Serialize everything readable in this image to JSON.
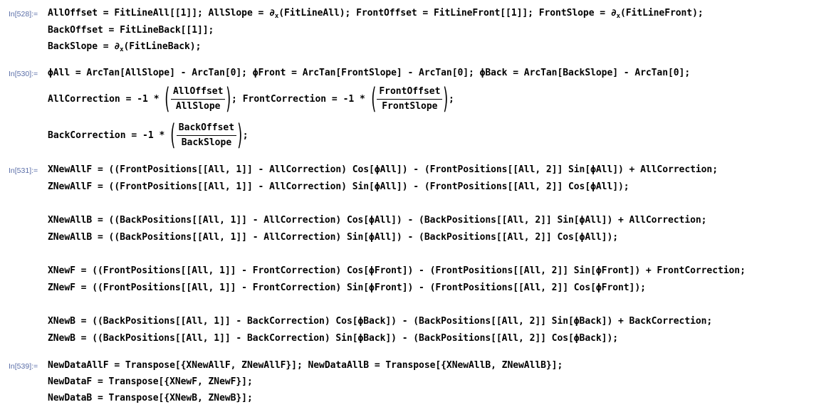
{
  "cells": [
    {
      "label": "In[528]:="
    },
    {
      "label": "In[530]:="
    },
    {
      "label": "In[531]:="
    },
    {
      "label": "In[539]:="
    }
  ],
  "c528": {
    "l1a": "AllOffset = FitLineAll[[1]]; AllSlope = ∂",
    "l1b": "x",
    "l1c": "(FitLineAll); FrontOffset = FitLineFront[[1]]; FrontSlope = ∂",
    "l1d": "x",
    "l1e": "(FitLineFront);",
    "l2": "BackOffset = FitLineBack[[1]];",
    "l3a": "BackSlope = ∂",
    "l3b": "x",
    "l3c": "(FitLineBack);"
  },
  "c530": {
    "l1": "ϕAll = ArcTan[AllSlope] - ArcTan[0]; ϕFront = ArcTan[FrontSlope] - ArcTan[0]; ϕBack = ArcTan[BackSlope] - ArcTan[0];",
    "l2_pre": "AllCorrection = -1 * ",
    "l2_num1": "AllOffset",
    "l2_den1": "AllSlope",
    "l2_mid": "; FrontCorrection = -1 * ",
    "l2_num2": "FrontOffset",
    "l2_den2": "FrontSlope",
    "l2_post": ";",
    "l3_pre": "BackCorrection = -1 * ",
    "l3_num": "BackOffset",
    "l3_den": "BackSlope",
    "l3_post": ";"
  },
  "c531": {
    "lines": [
      "XNewAllF = ((FrontPositions[[All, 1]] - AllCorrection) Cos[ϕAll]) - (FrontPositions[[All, 2]] Sin[ϕAll]) + AllCorrection;",
      "ZNewAllF = ((FrontPositions[[All, 1]] - AllCorrection) Sin[ϕAll]) - (FrontPositions[[All, 2]] Cos[ϕAll]);",
      "XNewAllB = ((BackPositions[[All, 1]] - AllCorrection) Cos[ϕAll]) - (BackPositions[[All, 2]] Sin[ϕAll]) + AllCorrection;",
      "ZNewAllB = ((BackPositions[[All, 1]] - AllCorrection) Sin[ϕAll]) - (BackPositions[[All, 2]] Cos[ϕAll]);",
      "XNewF = ((FrontPositions[[All, 1]] - FrontCorrection) Cos[ϕFront]) - (FrontPositions[[All, 2]] Sin[ϕFront]) + FrontCorrection;",
      "ZNewF = ((FrontPositions[[All, 1]] - FrontCorrection) Sin[ϕFront]) - (FrontPositions[[All, 2]] Cos[ϕFront]);",
      "XNewB = ((BackPositions[[All, 1]] - BackCorrection) Cos[ϕBack]) - (BackPositions[[All, 2]] Sin[ϕBack]) + BackCorrection;",
      "ZNewB = ((BackPositions[[All, 1]] - BackCorrection) Sin[ϕBack]) - (BackPositions[[All, 2]] Cos[ϕBack]);"
    ]
  },
  "c539": {
    "lines": [
      "NewDataAllF = Transpose[{XNewAllF, ZNewAllF}]; NewDataAllB = Transpose[{XNewAllB, ZNewAllB}];",
      "NewDataF = Transpose[{XNewF, ZNewF}];",
      "NewDataB = Transpose[{XNewB, ZNewB}];"
    ]
  }
}
